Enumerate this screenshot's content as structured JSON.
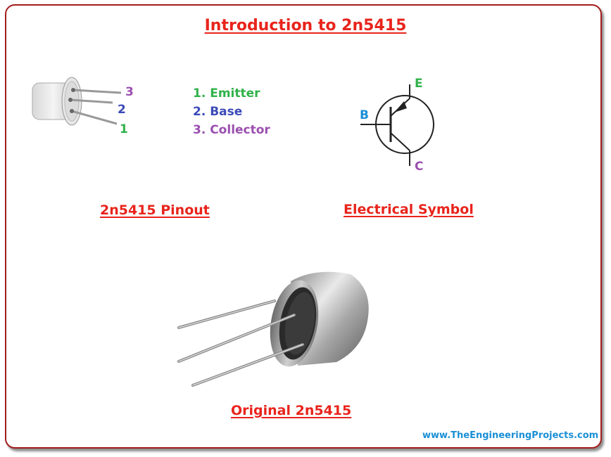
{
  "title": "Introduction to 2n5415",
  "pinout": {
    "caption": "2n5415 Pinout",
    "pin_numbers": [
      "3",
      "2",
      "1"
    ],
    "pins": [
      {
        "label": "1. Emitter",
        "color": "#2fb24a"
      },
      {
        "label": "2. Base",
        "color": "#3b4ab8"
      },
      {
        "label": "3. Collector",
        "color": "#9b4fb0"
      }
    ]
  },
  "symbol": {
    "caption": "Electrical Symbol",
    "emitter": "E",
    "base": "B",
    "collector": "C",
    "colors": {
      "E": "#2fb24a",
      "B": "#1a8fd6",
      "C": "#9b4fb0"
    }
  },
  "original": {
    "caption": "Original 2n5415"
  },
  "website": "www.TheEngineeringProjects.com",
  "colors": {
    "heading": "#e8241c",
    "border": "#a31d1d"
  }
}
